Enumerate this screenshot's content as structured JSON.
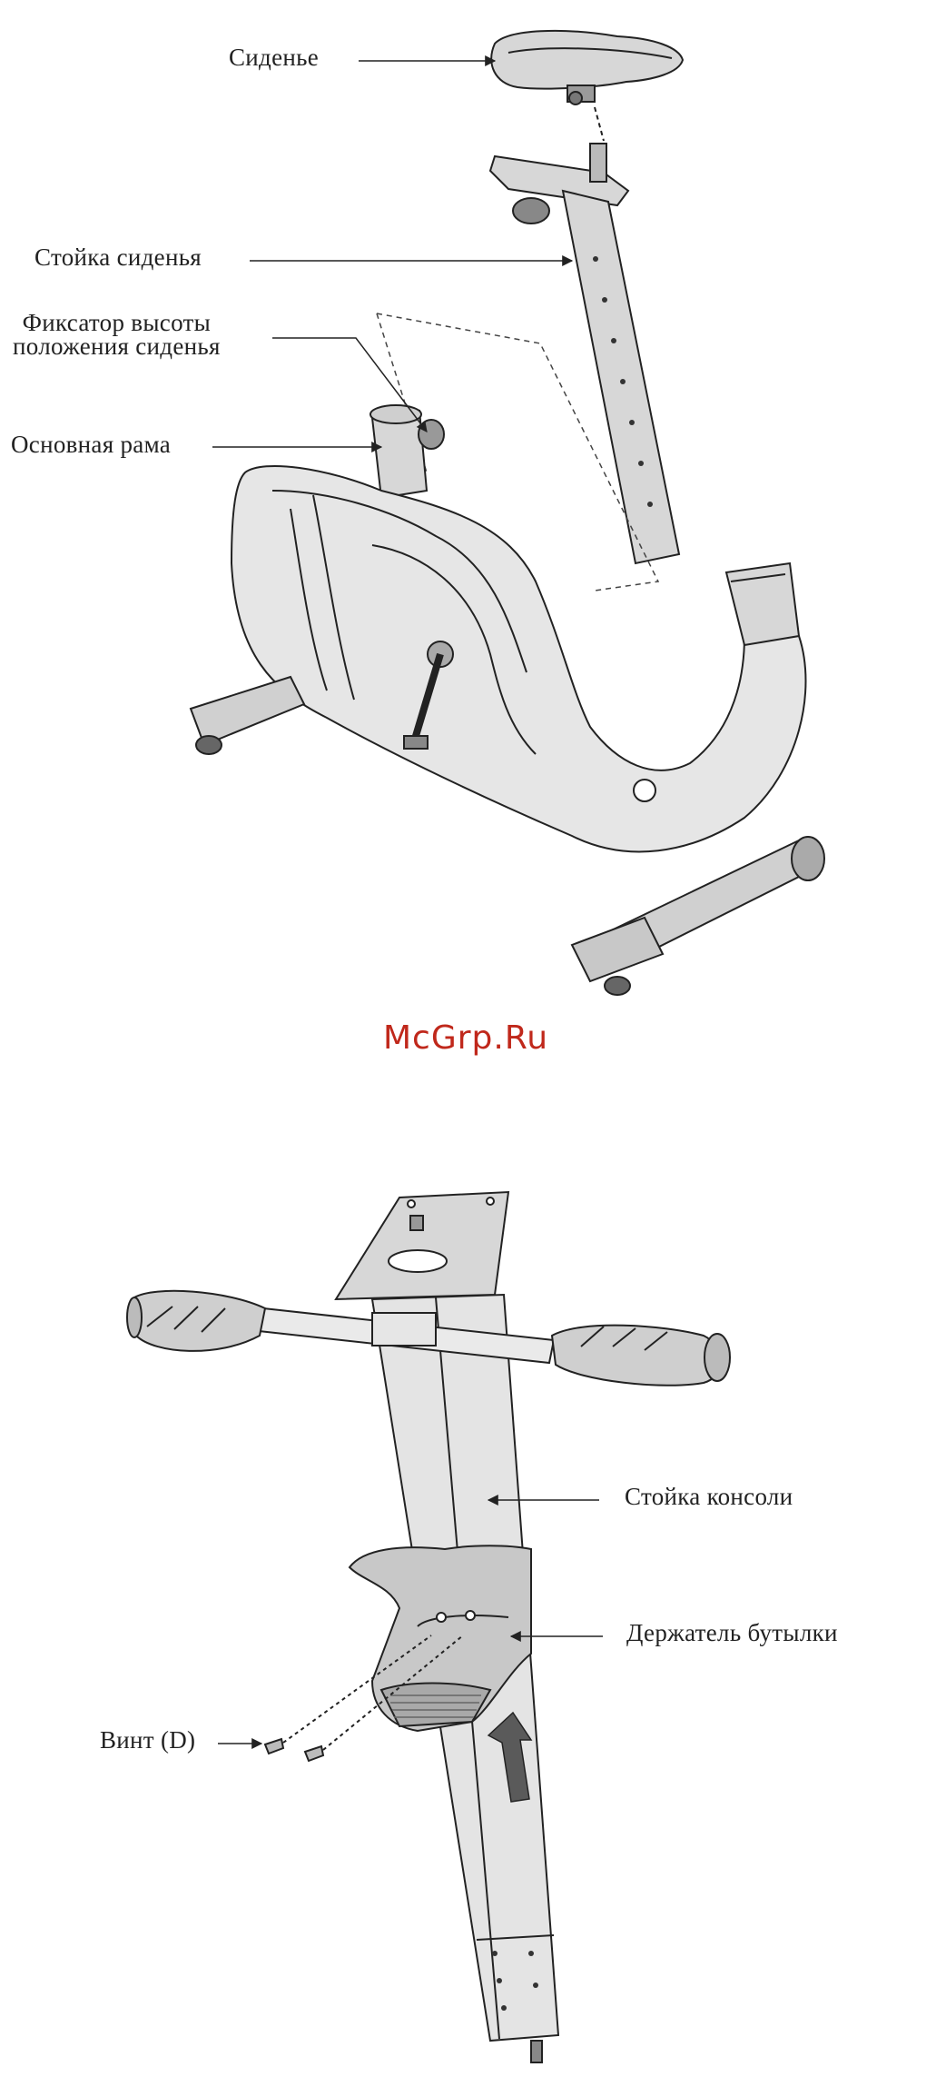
{
  "watermark": "McGrp.Ru",
  "diagram1": {
    "labels": {
      "seat": "Сиденье",
      "seat_post": "Стойка сиденья",
      "height_lock_line1": "Фиксатор высоты",
      "height_lock_line2": "положения сиденья",
      "main_frame": "Основная рама"
    }
  },
  "diagram2": {
    "labels": {
      "console_post": "Стойка консоли",
      "bottle_holder": "Держатель бутылки",
      "screw": "Винт (D)"
    }
  },
  "colors": {
    "line": "#222222",
    "part_fill": "#d7d7d7",
    "part_dark": "#9a9a9a",
    "watermark": "#c0281b"
  }
}
